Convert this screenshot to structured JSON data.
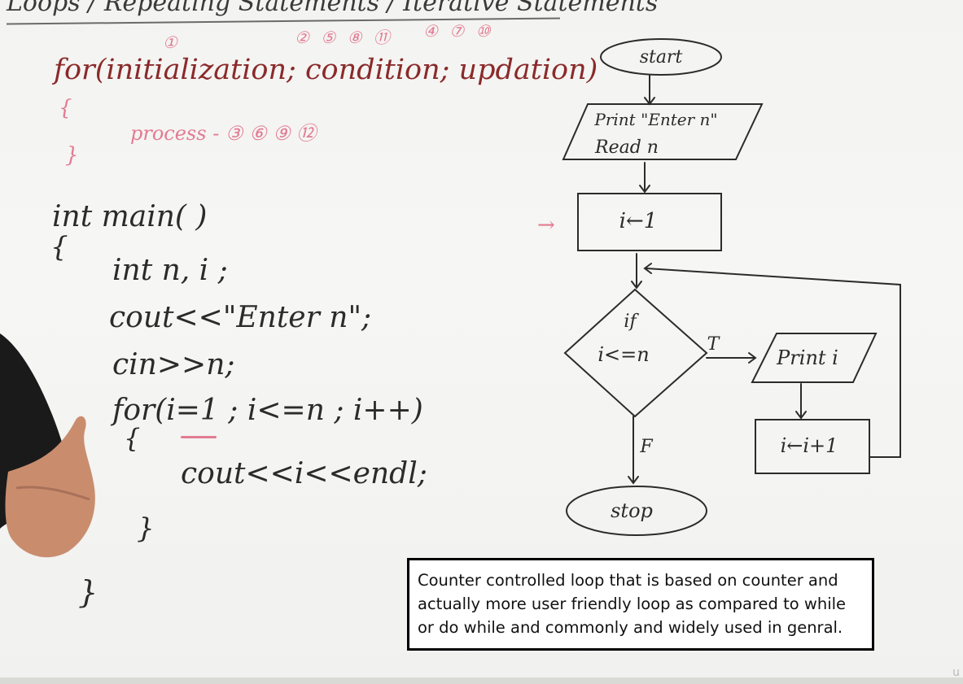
{
  "header": {
    "title": "Loops / Repeating Statements / Iterative Statements"
  },
  "syntax": {
    "for_line": "for(initialization; condition; updation)",
    "brace_open": "{",
    "brace_close": "}",
    "process_label": "process - ③ ⑥ ⑨ ⑫",
    "circle_init": "①",
    "circle_cond_a": "② ⑤ ⑧ ⑪",
    "circle_cond_b": "④ ⑦ ⑩"
  },
  "code": {
    "main": "int main( )",
    "open": "{",
    "decl": "int n, i ;",
    "cout": "cout<<\"Enter n\";",
    "cin": "cin>>n;",
    "for": "for(i=1 ; i<=n ; i++)",
    "for_open": "{",
    "body": "cout<<i<<endl;",
    "for_close": "}",
    "close": "}"
  },
  "flowchart": {
    "start": "start",
    "input_line1": "Print \"Enter n\"",
    "input_line2": "Read n",
    "init": "i←1",
    "decision_line1": "if",
    "decision_line2": "i<=n",
    "true_label": "T",
    "false_label": "F",
    "print": "Print i",
    "update": "i←i+1",
    "stop": "stop"
  },
  "annotation": {
    "arrow": "→"
  },
  "callout": {
    "text": "Counter controlled loop that is based on counter and actually more user friendly loop as compared to while or do while and commonly and widely used in genral."
  },
  "colors": {
    "ink": "#2b2b2b",
    "red_ink": "#e37b92",
    "board": "#f4f4f2"
  }
}
